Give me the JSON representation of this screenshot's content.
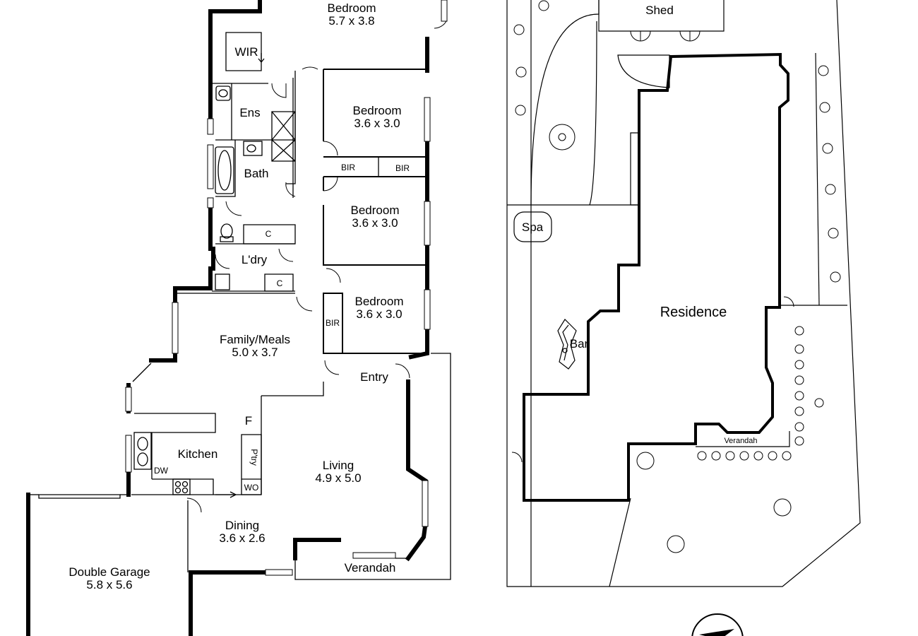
{
  "floor_plan": {
    "rooms": [
      {
        "id": "bedroom-main",
        "name": "Bedroom",
        "size": "5.7 x 3.8"
      },
      {
        "id": "wir",
        "name": "WIR",
        "size": ""
      },
      {
        "id": "ensuite",
        "name": "Ens",
        "size": ""
      },
      {
        "id": "bath",
        "name": "Bath",
        "size": ""
      },
      {
        "id": "bedroom-2",
        "name": "Bedroom",
        "size": "3.6 x 3.0"
      },
      {
        "id": "bedroom-3",
        "name": "Bedroom",
        "size": "3.6 x 3.0"
      },
      {
        "id": "bedroom-4",
        "name": "Bedroom",
        "size": "3.6 x 3.0"
      },
      {
        "id": "laundry",
        "name": "L'dry",
        "size": ""
      },
      {
        "id": "family-meals",
        "name": "Family/Meals",
        "size": "5.0 x 3.7"
      },
      {
        "id": "entry",
        "name": "Entry",
        "size": ""
      },
      {
        "id": "kitchen",
        "name": "Kitchen",
        "size": ""
      },
      {
        "id": "living",
        "name": "Living",
        "size": "4.9 x 5.0"
      },
      {
        "id": "dining",
        "name": "Dining",
        "size": "3.6 x 2.6"
      },
      {
        "id": "double-garage",
        "name": "Double Garage",
        "size": "5.8 x 5.6"
      },
      {
        "id": "verandah-front",
        "name": "Verandah",
        "size": ""
      }
    ],
    "fixtures": {
      "bir_a": "BIR",
      "bir_b": "BIR",
      "bir_c": "BIR",
      "cupboard_a": "C",
      "cupboard_b": "C",
      "fridge": "F",
      "pantry": "P'try",
      "wall_oven": "WO",
      "dishwasher": "DW"
    }
  },
  "site_plan": {
    "shed": "Shed",
    "spa": "Spa",
    "bar": "Bar",
    "residence": "Residence",
    "verandah": "Verandah"
  },
  "compass": {
    "icon": "north-arrow-icon"
  }
}
